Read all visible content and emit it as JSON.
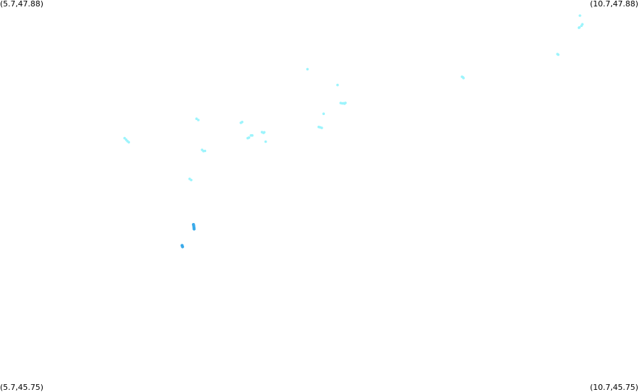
{
  "map": {
    "corners": {
      "top_left": "(5.7,47.88)",
      "top_right": "(10.7,47.88)",
      "bottom_left": "(5.7,45.75)",
      "bottom_right": "(10.7,45.75)"
    },
    "bounds": {
      "lon_min": 5.7,
      "lon_max": 10.7,
      "lat_min": 45.75,
      "lat_max": 47.88
    },
    "colors": {
      "light": "#9cf4fc",
      "dark": "#3aaaea",
      "background": "#ffffff"
    }
  },
  "chart_data": {
    "type": "scatter",
    "xlim": [
      5.7,
      10.7
    ],
    "ylim": [
      45.75,
      47.88
    ],
    "series": [
      {
        "color": "#9cf4fc",
        "points": [
          [
            10.238,
            47.795
          ],
          [
            10.257,
            47.748
          ],
          [
            10.25,
            47.74
          ],
          [
            10.234,
            47.731
          ],
          [
            10.23,
            47.729
          ],
          [
            10.062,
            47.586
          ],
          [
            10.068,
            47.583
          ],
          [
            9.315,
            47.463
          ],
          [
            9.322,
            47.46
          ],
          [
            9.327,
            47.456
          ],
          [
            8.106,
            47.504
          ],
          [
            8.341,
            47.418
          ],
          [
            8.366,
            47.32
          ],
          [
            8.378,
            47.318
          ],
          [
            8.389,
            47.319
          ],
          [
            8.403,
            47.321
          ],
          [
            8.396,
            47.317
          ],
          [
            8.232,
            47.262
          ],
          [
            8.194,
            47.19
          ],
          [
            8.205,
            47.188
          ],
          [
            8.218,
            47.185
          ],
          [
            7.238,
            47.235
          ],
          [
            7.252,
            47.228
          ],
          [
            7.585,
            47.213
          ],
          [
            7.595,
            47.217
          ],
          [
            7.75,
            47.162
          ],
          [
            7.762,
            47.158
          ],
          [
            7.768,
            47.161
          ],
          [
            7.664,
            47.144
          ],
          [
            7.674,
            47.144
          ],
          [
            7.638,
            47.129
          ],
          [
            7.648,
            47.132
          ],
          [
            7.779,
            47.11
          ],
          [
            6.675,
            47.129
          ],
          [
            6.687,
            47.121
          ],
          [
            6.697,
            47.113
          ],
          [
            6.708,
            47.107
          ],
          [
            7.281,
            47.066
          ],
          [
            7.292,
            47.059
          ],
          [
            7.304,
            47.06
          ],
          [
            7.184,
            46.908
          ],
          [
            7.196,
            46.902
          ]
        ]
      },
      {
        "color": "#3aaaea",
        "points": [
          [
            7.214,
            46.66
          ],
          [
            7.216,
            46.652
          ],
          [
            7.218,
            46.643
          ],
          [
            7.219,
            46.636
          ],
          [
            7.125,
            46.546
          ],
          [
            7.128,
            46.539
          ]
        ]
      }
    ]
  }
}
